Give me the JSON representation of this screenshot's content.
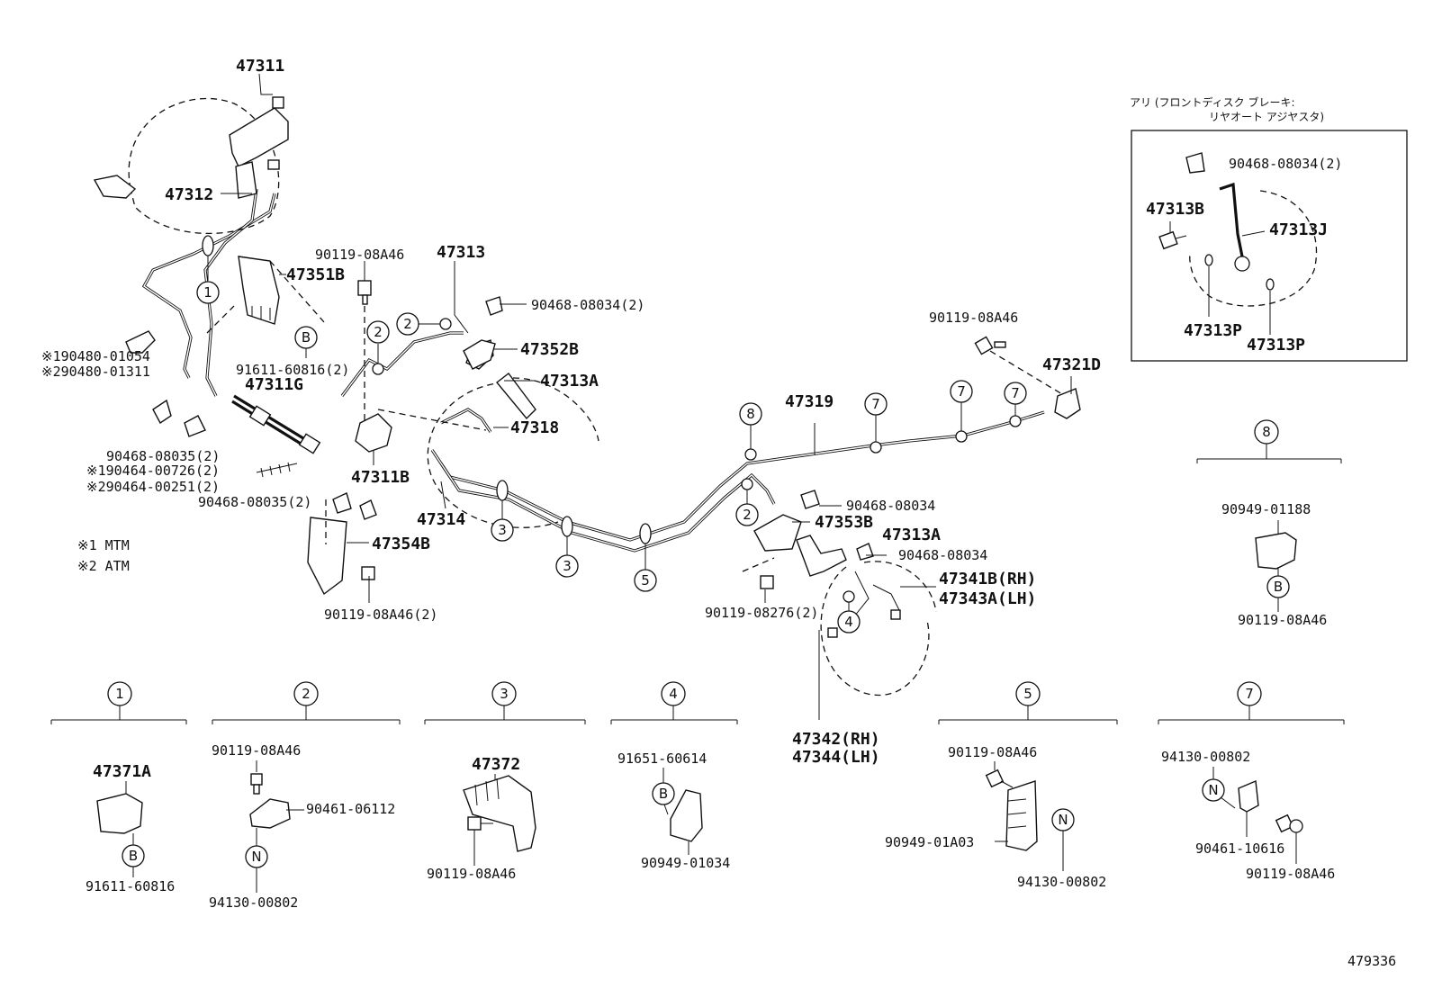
{
  "labels": {
    "p47311": "47311",
    "p47312": "47312",
    "p47351B": "47351B",
    "p90119_08A46_a": "90119-08A46",
    "p47313": "47313",
    "p90468_08034_2_a": "90468-08034(2)",
    "p47352B": "47352B",
    "p47313A_a": "47313A",
    "p91611_60816_2": "91611-60816(2)",
    "p47311G": "47311G",
    "p47318": "47318",
    "p90480_01054": "※190480-01054",
    "p90480_01311": "※290480-01311",
    "p90468_08035_2_a": "90468-08035(2)",
    "p90464_00726": "※190464-00726(2)",
    "p90464_00251": "※290464-00251(2)",
    "p90468_08035_2_b": "90468-08035(2)",
    "p47311B": "47311B",
    "p47314": "47314",
    "p47354B": "47354B",
    "p90119_08A46_2": "90119-08A46(2)",
    "p90119_08A46_b": "90119-08A46",
    "p47319": "47319",
    "p47321D": "47321D",
    "p90468_08034_a": "90468-08034",
    "p47353B": "47353B",
    "p47313A_b": "47313A",
    "p90468_08034_b": "90468-08034",
    "p47341B": "47341B(RH)",
    "p47343A": "47343A(LH)",
    "p90119_08276_2": "90119-08276(2)",
    "p47342": "47342(RH)",
    "p47344": "47344(LH)",
    "note1": "※1  MTM",
    "note2": "※2  ATM",
    "inset_title1": "アリ (フロントディスク ブレーキ:",
    "inset_title2": "リヤオート アジヤスタ)",
    "p90468_08034_2_b": "90468-08034(2)",
    "p47313B": "47313B",
    "p47313J": "47313J",
    "p47313P_a": "47313P",
    "p47313P_b": "47313P",
    "d8_90949_01188": "90949-01188",
    "d8_90119_08A46": "90119-08A46",
    "d1_47371A": "47371A",
    "d1_91611_60816": "91611-60816",
    "d2_90119_08A46": "90119-08A46",
    "d2_90461_06112": "90461-06112",
    "d2_94130_00802": "94130-00802",
    "d3_47372": "47372",
    "d3_90119_08A46": "90119-08A46",
    "d4_91651_60614": "91651-60614",
    "d4_90949_01034": "90949-01034",
    "d5_90119_08A46": "90119-08A46",
    "d5_90949_01A03": "90949-01A03",
    "d5_94130_00802": "94130-00802",
    "d7_94130_00802": "94130-00802",
    "d7_90461_10616": "90461-10616",
    "d7_90119_08A46": "90119-08A46",
    "figure_number": "479336"
  },
  "callouts": {
    "c1": "1",
    "c2": "2",
    "c3": "3",
    "c4": "4",
    "c5": "5",
    "c7": "7",
    "c8": "8",
    "cB": "B",
    "cN": "N"
  },
  "icons": [
    "brake-drum",
    "brake-line-pipe",
    "clamp-bracket",
    "flexible-hose",
    "bolt",
    "clip",
    "wheel-cylinder"
  ]
}
